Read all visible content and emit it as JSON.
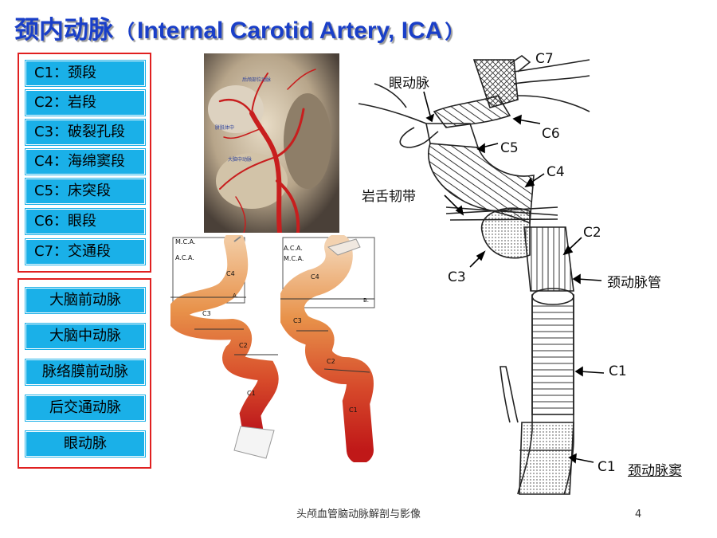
{
  "title": {
    "zh": "颈内动脉",
    "open_paren": "（",
    "en": "Internal Carotid Artery, ICA",
    "close_paren": "）"
  },
  "segments": [
    {
      "label": "C1：颈段"
    },
    {
      "label": "C2：岩段"
    },
    {
      "label": "C3：破裂孔段"
    },
    {
      "label": "C4：海绵窦段"
    },
    {
      "label": "C5：床突段"
    },
    {
      "label": "C6：眼段"
    },
    {
      "label": "C7：交通段"
    }
  ],
  "branches": [
    {
      "label": "大脑前动脉"
    },
    {
      "label": "大脑中动脉"
    },
    {
      "label": "脉络膜前动脉"
    },
    {
      "label": "后交通动脉"
    },
    {
      "label": "眼动脉"
    }
  ],
  "photo_labels": {
    "top": "后颅部位动脉",
    "middle": "胼胝体中",
    "bottom": "大脑中动脉"
  },
  "diagram_a": {
    "labels": {
      "mca": "M.C.A.",
      "aca": "A.C.A.",
      "c4": "C4",
      "c3": "C3",
      "c2": "C2",
      "c1": "C1",
      "panel": "A."
    }
  },
  "diagram_b": {
    "labels": {
      "aca": "A.C.A.",
      "mca": "M.C.A.",
      "c4": "C4",
      "c3": "C3",
      "c2": "C2",
      "c1": "C1",
      "panel": "B."
    }
  },
  "schematic": {
    "labels": {
      "c7": "C7",
      "ophthalmic": "眼动脉",
      "c6": "C6",
      "c5": "C5",
      "c4": "C4",
      "petrolingual": "岩舌韧带",
      "c2": "C2",
      "c3": "C3",
      "carotid_canal": "颈动脉管",
      "c1": "C1",
      "c1_sinus": "C1",
      "carotid_sinus": "颈动脉窦"
    }
  },
  "footer": "头颅血管脑动脉解剖与影像",
  "page_number": "4",
  "colors": {
    "title": "#1a3fc8",
    "chip": "#1ab0e8",
    "frame": "#e02020"
  }
}
